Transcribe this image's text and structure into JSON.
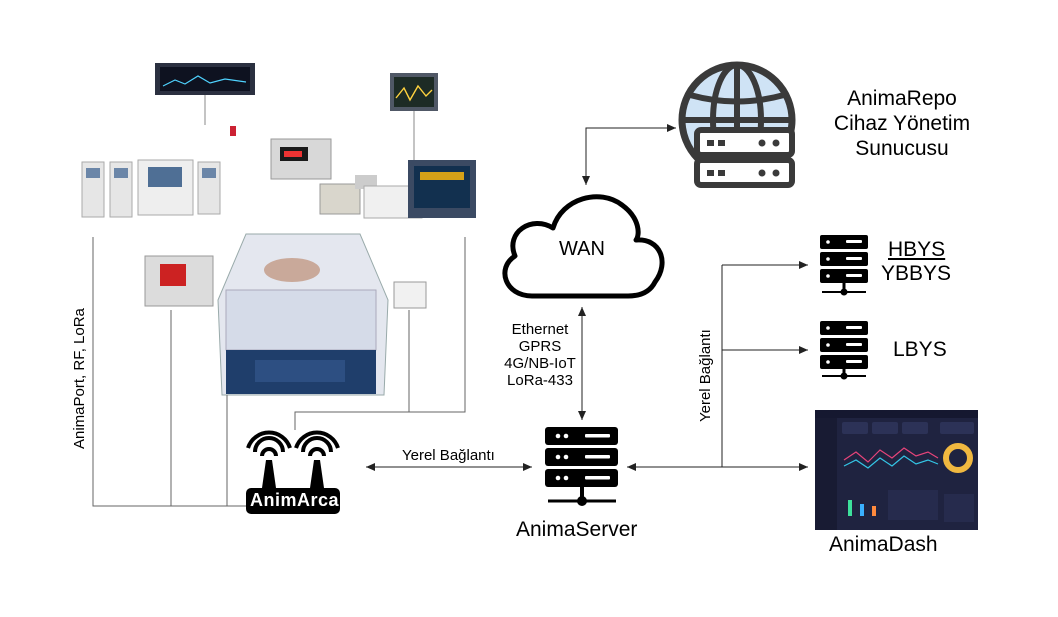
{
  "nodes": {
    "repo": {
      "lines": [
        "AnimaRepo",
        "Cihaz Yönetim",
        "Sunucusu"
      ]
    },
    "wan": {
      "label": "WAN"
    },
    "hbys": {
      "label": "HBYS"
    },
    "ybbys": {
      "label": "YBBYS"
    },
    "lbys": {
      "label": "LBYS"
    },
    "server": {
      "label": "AnimaServer"
    },
    "dash": {
      "label": "AnimaDash"
    },
    "arca": {
      "label": "AnimArca"
    }
  },
  "edges": {
    "wan_server": {
      "lines": [
        "Ethernet",
        "GPRS",
        "4G/NB-IoT",
        "LoRa-433"
      ]
    },
    "arca_server": {
      "label": "Yerel Bağlantı"
    },
    "server_systems": {
      "label": "Yerel Bağlantı"
    },
    "devices_arca": {
      "label": "AnimaPort, RF, LoRa"
    }
  },
  "colors": {
    "globe_fill": "#cfe3f5",
    "dash_bg": "#1f2340",
    "line": "#555555"
  }
}
